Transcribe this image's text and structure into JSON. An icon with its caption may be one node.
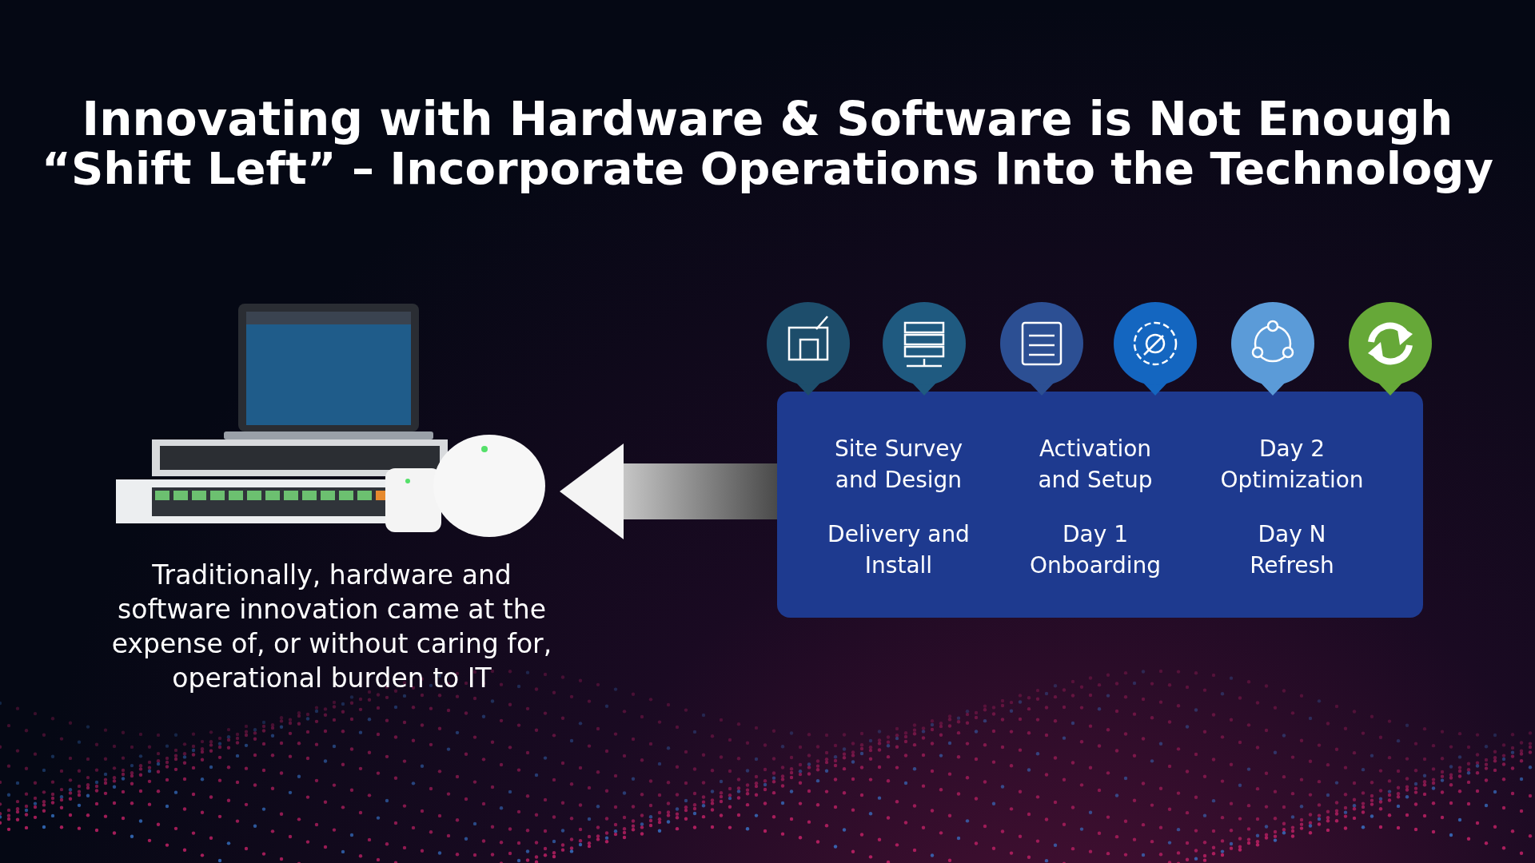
{
  "diagram": {
    "title": "Innovating with Hardware & Software is Not Enough",
    "nodes": [
      {
        "text": [],
        "shape": "picture",
        "beside": [
          "Traditionally, hardware and software innovation came at the expense of, or without caring for, operational burden to IT"
        ]
      },
      {
        "text": [
          "Site Survey and Design",
          "Activation and Setup",
          "Day 2 Optimization",
          "Delivery and Install",
          "Day 1 Onboarding",
          "Day N Refresh"
        ]
      }
    ],
    "edges": [
      {
        "from": 1,
        "to": 0,
        "arrow": "to"
      }
    ],
    "labels": [
      "“Shift Left” – Incorporate Operations Into the Technology"
    ]
  }
}
